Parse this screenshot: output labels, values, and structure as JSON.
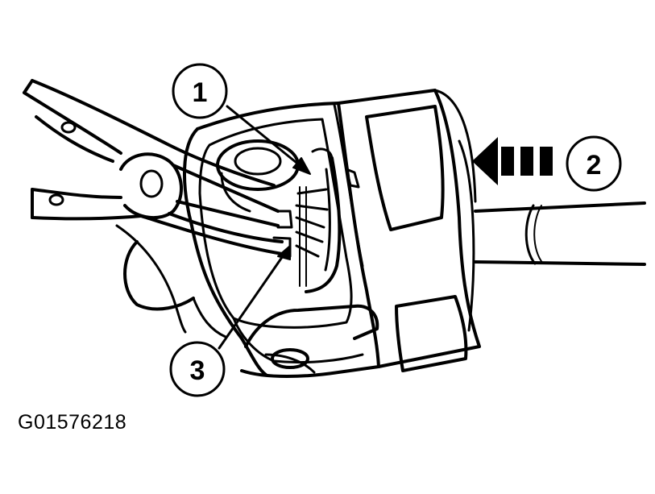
{
  "figure": {
    "code": "G01576218",
    "callouts": [
      {
        "id": "1",
        "label": "1"
      },
      {
        "id": "2",
        "label": "2"
      },
      {
        "id": "3",
        "label": "3"
      }
    ],
    "arrow": {
      "direction": "left"
    }
  }
}
